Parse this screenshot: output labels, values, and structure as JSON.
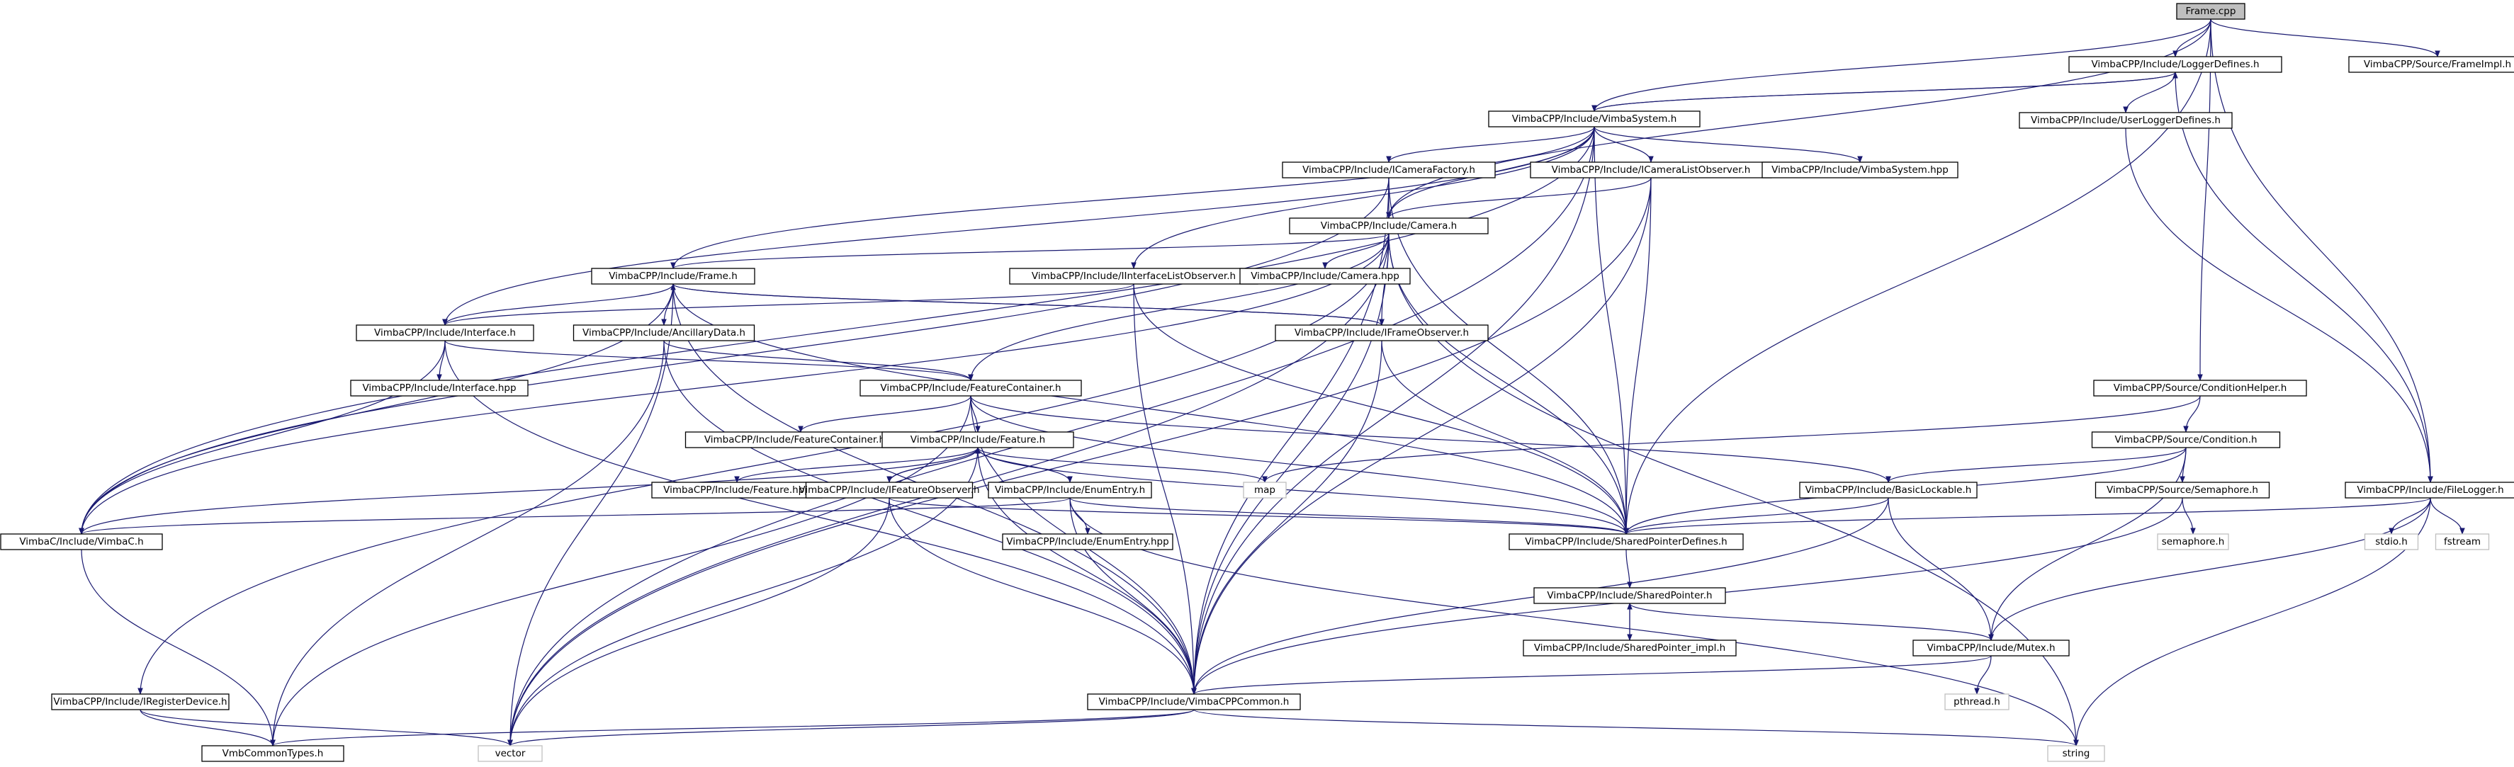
{
  "colors": {
    "edge": "#191970",
    "node_border": "#000000",
    "node_fill": "#ffffff",
    "root_fill": "#bfbfbf",
    "system_border": "#bfbfbf",
    "text": "#000000",
    "system_text": "#000000"
  },
  "nodes": [
    {
      "id": "n0",
      "label": "Frame.cpp",
      "kind": "root"
    },
    {
      "id": "n1",
      "label": "VimbaCPP/Include/LoggerDefines.h",
      "kind": "file"
    },
    {
      "id": "n2",
      "label": "VimbaCPP/Source/FrameImpl.h",
      "kind": "file"
    },
    {
      "id": "n3",
      "label": "VimbaCPP/Include/VimbaSystem.h",
      "kind": "file"
    },
    {
      "id": "n4",
      "label": "VimbaCPP/Include/UserLoggerDefines.h",
      "kind": "file"
    },
    {
      "id": "n5",
      "label": "VimbaCPP/Include/ICameraFactory.h",
      "kind": "file"
    },
    {
      "id": "n6",
      "label": "VimbaCPP/Include/ICameraListObserver.h",
      "kind": "file"
    },
    {
      "id": "n7",
      "label": "VimbaCPP/Include/VimbaSystem.hpp",
      "kind": "file"
    },
    {
      "id": "n8",
      "label": "VimbaCPP/Include/Camera.h",
      "kind": "file"
    },
    {
      "id": "n9",
      "label": "VimbaCPP/Include/Frame.h",
      "kind": "file"
    },
    {
      "id": "n10",
      "label": "VimbaCPP/Include/IInterfaceListObserver.h",
      "kind": "file"
    },
    {
      "id": "n11",
      "label": "VimbaCPP/Include/Camera.hpp",
      "kind": "file"
    },
    {
      "id": "n12",
      "label": "VimbaCPP/Include/Interface.h",
      "kind": "file"
    },
    {
      "id": "n13",
      "label": "VimbaCPP/Include/AncillaryData.h",
      "kind": "file"
    },
    {
      "id": "n14",
      "label": "VimbaCPP/Include/IFrameObserver.h",
      "kind": "file"
    },
    {
      "id": "n15",
      "label": "VimbaCPP/Include/Interface.hpp",
      "kind": "file"
    },
    {
      "id": "n16",
      "label": "VimbaCPP/Include/FeatureContainer.h",
      "kind": "file"
    },
    {
      "id": "n17",
      "label": "VimbaCPP/Source/ConditionHelper.h",
      "kind": "file"
    },
    {
      "id": "n18",
      "label": "VimbaCPP/Include/FeatureContainer.hpp",
      "kind": "file"
    },
    {
      "id": "n19",
      "label": "VimbaCPP/Include/Feature.h",
      "kind": "file"
    },
    {
      "id": "n20",
      "label": "VimbaCPP/Source/Condition.h",
      "kind": "file"
    },
    {
      "id": "n21",
      "label": "map",
      "kind": "system"
    },
    {
      "id": "n22",
      "label": "VimbaCPP/Include/Feature.hpp",
      "kind": "file"
    },
    {
      "id": "n23",
      "label": "VimbaCPP/Include/IFeatureObserver.h",
      "kind": "file"
    },
    {
      "id": "n24",
      "label": "VimbaCPP/Include/EnumEntry.h",
      "kind": "file"
    },
    {
      "id": "n25",
      "label": "VimbaCPP/Include/BasicLockable.h",
      "kind": "file"
    },
    {
      "id": "n26",
      "label": "VimbaCPP/Source/Semaphore.h",
      "kind": "file"
    },
    {
      "id": "n27",
      "label": "VimbaCPP/Include/FileLogger.h",
      "kind": "file"
    },
    {
      "id": "n28",
      "label": "VimbaC/Include/VimbaC.h",
      "kind": "file"
    },
    {
      "id": "n29",
      "label": "VimbaCPP/Include/EnumEntry.hpp",
      "kind": "file"
    },
    {
      "id": "n30",
      "label": "VimbaCPP/Include/SharedPointerDefines.h",
      "kind": "file"
    },
    {
      "id": "n31",
      "label": "semaphore.h",
      "kind": "system"
    },
    {
      "id": "n32",
      "label": "stdio.h",
      "kind": "system"
    },
    {
      "id": "n33",
      "label": "fstream",
      "kind": "system"
    },
    {
      "id": "n34",
      "label": "VimbaCPP/Include/SharedPointer.h",
      "kind": "file"
    },
    {
      "id": "n35",
      "label": "VimbaCPP/Include/SharedPointer_impl.h",
      "kind": "file"
    },
    {
      "id": "n36",
      "label": "VimbaCPP/Include/Mutex.h",
      "kind": "file"
    },
    {
      "id": "n37",
      "label": "VimbaCPP/Include/IRegisterDevice.h",
      "kind": "file"
    },
    {
      "id": "n38",
      "label": "pthread.h",
      "kind": "system"
    },
    {
      "id": "n39",
      "label": "VimbaCPP/Include/VimbaCPPCommon.h",
      "kind": "file"
    },
    {
      "id": "n40",
      "label": "VmbCommonTypes.h",
      "kind": "file"
    },
    {
      "id": "n41",
      "label": "vector",
      "kind": "system"
    },
    {
      "id": "n42",
      "label": "string",
      "kind": "system"
    }
  ],
  "edges": [
    [
      "n0",
      "n1"
    ],
    [
      "n0",
      "n2"
    ],
    [
      "n0",
      "n3"
    ],
    [
      "n0",
      "n8"
    ],
    [
      "n0",
      "n17"
    ],
    [
      "n0",
      "n30"
    ],
    [
      "n0",
      "n27"
    ],
    [
      "n1",
      "n3"
    ],
    [
      "n1",
      "n4"
    ],
    [
      "n1",
      "n27"
    ],
    [
      "n3",
      "n1"
    ],
    [
      "n3",
      "n28"
    ],
    [
      "n3",
      "n5"
    ],
    [
      "n3",
      "n6"
    ],
    [
      "n3",
      "n7"
    ],
    [
      "n3",
      "n8"
    ],
    [
      "n3",
      "n9"
    ],
    [
      "n3",
      "n10"
    ],
    [
      "n3",
      "n12"
    ],
    [
      "n3",
      "n30"
    ],
    [
      "n3",
      "n39"
    ],
    [
      "n3",
      "n41"
    ],
    [
      "n4",
      "n27"
    ],
    [
      "n5",
      "n8"
    ],
    [
      "n5",
      "n28"
    ],
    [
      "n5",
      "n30"
    ],
    [
      "n5",
      "n39"
    ],
    [
      "n6",
      "n8"
    ],
    [
      "n6",
      "n30"
    ],
    [
      "n6",
      "n39"
    ],
    [
      "n6",
      "n41"
    ],
    [
      "n8",
      "n9"
    ],
    [
      "n8",
      "n11"
    ],
    [
      "n8",
      "n14"
    ],
    [
      "n8",
      "n16"
    ],
    [
      "n8",
      "n28"
    ],
    [
      "n8",
      "n30"
    ],
    [
      "n8",
      "n39"
    ],
    [
      "n8",
      "n37"
    ],
    [
      "n8",
      "n41"
    ],
    [
      "n8",
      "n42"
    ],
    [
      "n9",
      "n13"
    ],
    [
      "n9",
      "n14"
    ],
    [
      "n9",
      "n28"
    ],
    [
      "n9",
      "n30"
    ],
    [
      "n9",
      "n39"
    ],
    [
      "n9",
      "n41"
    ],
    [
      "n9",
      "n12"
    ],
    [
      "n10",
      "n12"
    ],
    [
      "n10",
      "n30"
    ],
    [
      "n10",
      "n39"
    ],
    [
      "n12",
      "n15"
    ],
    [
      "n12",
      "n16"
    ],
    [
      "n12",
      "n28"
    ],
    [
      "n12",
      "n39"
    ],
    [
      "n13",
      "n16"
    ],
    [
      "n13",
      "n39"
    ],
    [
      "n13",
      "n40"
    ],
    [
      "n14",
      "n9"
    ],
    [
      "n14",
      "n30"
    ],
    [
      "n14",
      "n39"
    ],
    [
      "n16",
      "n18"
    ],
    [
      "n16",
      "n19"
    ],
    [
      "n16",
      "n25"
    ],
    [
      "n16",
      "n30"
    ],
    [
      "n16",
      "n39"
    ],
    [
      "n16",
      "n40"
    ],
    [
      "n17",
      "n20"
    ],
    [
      "n17",
      "n21"
    ],
    [
      "n19",
      "n21"
    ],
    [
      "n19",
      "n22"
    ],
    [
      "n19",
      "n23"
    ],
    [
      "n19",
      "n24"
    ],
    [
      "n19",
      "n28"
    ],
    [
      "n19",
      "n30"
    ],
    [
      "n19",
      "n39"
    ],
    [
      "n19",
      "n41"
    ],
    [
      "n20",
      "n25"
    ],
    [
      "n20",
      "n26"
    ],
    [
      "n20",
      "n30"
    ],
    [
      "n20",
      "n36"
    ],
    [
      "n23",
      "n19"
    ],
    [
      "n23",
      "n30"
    ],
    [
      "n23",
      "n39"
    ],
    [
      "n23",
      "n41"
    ],
    [
      "n24",
      "n28"
    ],
    [
      "n24",
      "n29"
    ],
    [
      "n24",
      "n30"
    ],
    [
      "n24",
      "n39"
    ],
    [
      "n24",
      "n42"
    ],
    [
      "n25",
      "n30"
    ],
    [
      "n25",
      "n36"
    ],
    [
      "n25",
      "n39"
    ],
    [
      "n26",
      "n31"
    ],
    [
      "n26",
      "n39"
    ],
    [
      "n27",
      "n30"
    ],
    [
      "n27",
      "n32"
    ],
    [
      "n27",
      "n33"
    ],
    [
      "n27",
      "n36"
    ],
    [
      "n27",
      "n42"
    ],
    [
      "n28",
      "n40"
    ],
    [
      "n30",
      "n34"
    ],
    [
      "n34",
      "n35"
    ],
    [
      "n34",
      "n36"
    ],
    [
      "n35",
      "n34"
    ],
    [
      "n36",
      "n38"
    ],
    [
      "n36",
      "n39"
    ],
    [
      "n37",
      "n40"
    ],
    [
      "n37",
      "n41"
    ],
    [
      "n39",
      "n40"
    ],
    [
      "n39",
      "n41"
    ],
    [
      "n39",
      "n42"
    ]
  ]
}
